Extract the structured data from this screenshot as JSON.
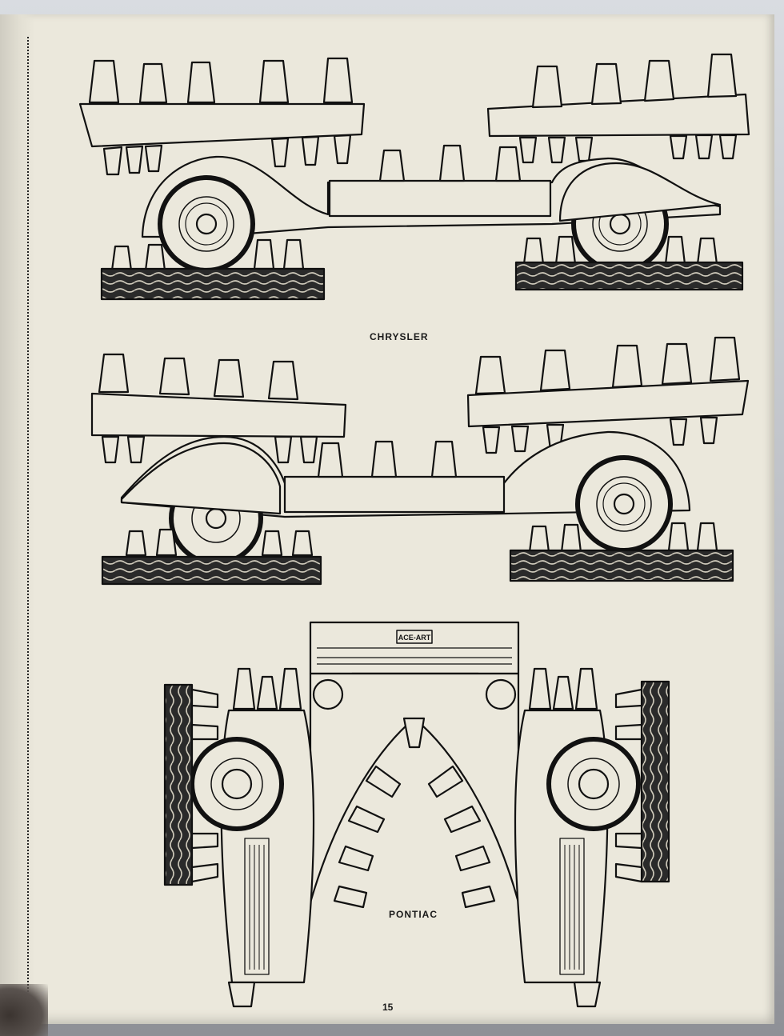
{
  "captions": {
    "top": "CHRYSLER",
    "bottom": "PONTIAC"
  },
  "page_number": "15",
  "plate_label": "ACE-ART",
  "colors": {
    "paper": "#ebe8dc",
    "ink": "#111111",
    "tread": "#2a2a2a"
  }
}
